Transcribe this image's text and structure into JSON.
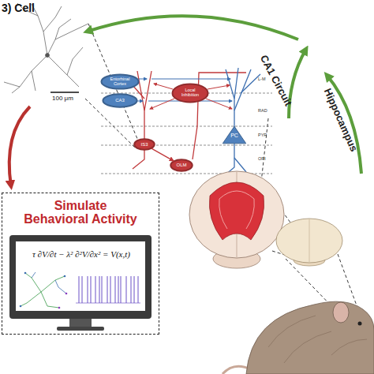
{
  "diagram": {
    "nodes": [
      {
        "text": [
          "Entorhinal Cortex"
        ]
      },
      {
        "text": [
          "CA3"
        ]
      },
      {
        "text": [
          "Local Inhibition"
        ]
      },
      {
        "text": [
          "IS3"
        ]
      },
      {
        "text": [
          "OLM"
        ]
      },
      {
        "text": [
          "PC"
        ]
      },
      {
        "text": [
          "Simulate Behavioral Activity"
        ]
      },
      {
        "text": [
          "τ ∂V/∂t − λ² ∂²V/∂x² = V(x,t)"
        ],
        "in": 6
      }
    ],
    "edges": [
      {
        "from": 3,
        "to": 4,
        "arrow": "to"
      }
    ],
    "labels": [
      "3) Cell",
      "100 μm",
      "CA1 Circuit",
      "Hippocampus",
      "L-M",
      "RAD",
      "PYR",
      "ORI"
    ]
  }
}
